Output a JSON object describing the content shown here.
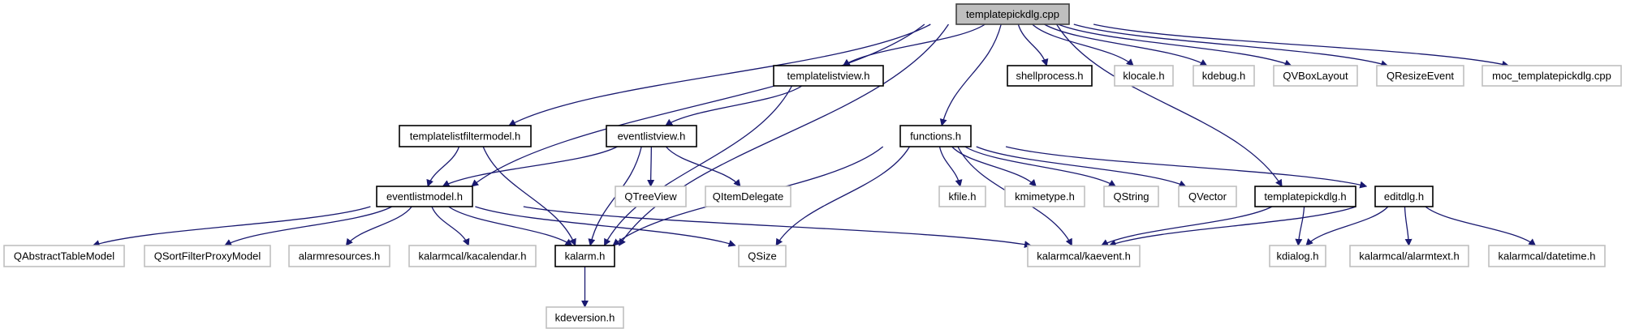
{
  "graph": {
    "title": "templatepickdlg.cpp include dependency graph",
    "colors": {
      "edge": "#191970",
      "root_fill": "#bfbfbf",
      "root_border": "#404040",
      "documented_border": "#000000",
      "external_border": "#bfbfbf",
      "external_text": "#000000"
    },
    "nodes": [
      {
        "id": "root",
        "label": "templatepickdlg.cpp",
        "kind": "root"
      },
      {
        "id": "templatelistview",
        "label": "templatelistview.h",
        "kind": "documented"
      },
      {
        "id": "shellprocess",
        "label": "shellprocess.h",
        "kind": "documented"
      },
      {
        "id": "klocale",
        "label": "klocale.h",
        "kind": "external"
      },
      {
        "id": "kdebug",
        "label": "kdebug.h",
        "kind": "external"
      },
      {
        "id": "qvboxlayout",
        "label": "QVBoxLayout",
        "kind": "external"
      },
      {
        "id": "qresizeevent",
        "label": "QResizeEvent",
        "kind": "external"
      },
      {
        "id": "moc",
        "label": "moc_templatepickdlg.cpp",
        "kind": "external"
      },
      {
        "id": "templatelistfiltermodel",
        "label": "templatelistfiltermodel.h",
        "kind": "documented"
      },
      {
        "id": "eventlistview",
        "label": "eventlistview.h",
        "kind": "documented"
      },
      {
        "id": "functions",
        "label": "functions.h",
        "kind": "documented"
      },
      {
        "id": "eventlistmodel",
        "label": "eventlistmodel.h",
        "kind": "documented"
      },
      {
        "id": "qtreeview",
        "label": "QTreeView",
        "kind": "external"
      },
      {
        "id": "qitemdelegate",
        "label": "QItemDelegate",
        "kind": "external"
      },
      {
        "id": "kfile",
        "label": "kfile.h",
        "kind": "external"
      },
      {
        "id": "kmimetype",
        "label": "kmimetype.h",
        "kind": "external"
      },
      {
        "id": "qstring",
        "label": "QString",
        "kind": "external"
      },
      {
        "id": "qvector",
        "label": "QVector",
        "kind": "external"
      },
      {
        "id": "templatepickdlgh",
        "label": "templatepickdlg.h",
        "kind": "documented"
      },
      {
        "id": "editdlg",
        "label": "editdlg.h",
        "kind": "documented"
      },
      {
        "id": "qabstracttablemodel",
        "label": "QAbstractTableModel",
        "kind": "external"
      },
      {
        "id": "qsortfilterproxymodel",
        "label": "QSortFilterProxyModel",
        "kind": "external"
      },
      {
        "id": "alarmresources",
        "label": "alarmresources.h",
        "kind": "external"
      },
      {
        "id": "kacalendar",
        "label": "kalarmcal/kacalendar.h",
        "kind": "external"
      },
      {
        "id": "kalarm",
        "label": "kalarm.h",
        "kind": "documented"
      },
      {
        "id": "qsize",
        "label": "QSize",
        "kind": "external"
      },
      {
        "id": "kaevent",
        "label": "kalarmcal/kaevent.h",
        "kind": "external"
      },
      {
        "id": "kdialog",
        "label": "kdialog.h",
        "kind": "external"
      },
      {
        "id": "alarmtext",
        "label": "kalarmcal/alarmtext.h",
        "kind": "external"
      },
      {
        "id": "datetime",
        "label": "kalarmcal/datetime.h",
        "kind": "external"
      },
      {
        "id": "kdeversion",
        "label": "kdeversion.h",
        "kind": "external"
      }
    ],
    "edges": [
      [
        "root",
        "templatelistview"
      ],
      [
        "root",
        "shellprocess"
      ],
      [
        "root",
        "klocale"
      ],
      [
        "root",
        "kdebug"
      ],
      [
        "root",
        "qvboxlayout"
      ],
      [
        "root",
        "qresizeevent"
      ],
      [
        "root",
        "moc"
      ],
      [
        "root",
        "templatelistfiltermodel"
      ],
      [
        "root",
        "eventlistmodel"
      ],
      [
        "root",
        "kalarm"
      ],
      [
        "root",
        "functions"
      ],
      [
        "root",
        "templatepickdlgh"
      ],
      [
        "templatelistview",
        "eventlistview"
      ],
      [
        "templatelistview",
        "kalarm"
      ],
      [
        "templatelistfiltermodel",
        "eventlistmodel"
      ],
      [
        "templatelistfiltermodel",
        "kalarm"
      ],
      [
        "eventlistview",
        "eventlistmodel"
      ],
      [
        "eventlistview",
        "kalarm"
      ],
      [
        "eventlistview",
        "qtreeview"
      ],
      [
        "eventlistview",
        "qitemdelegate"
      ],
      [
        "eventlistmodel",
        "qabstracttablemodel"
      ],
      [
        "eventlistmodel",
        "qsortfilterproxymodel"
      ],
      [
        "eventlistmodel",
        "alarmresources"
      ],
      [
        "eventlistmodel",
        "kacalendar"
      ],
      [
        "eventlistmodel",
        "kalarm"
      ],
      [
        "eventlistmodel",
        "qsize"
      ],
      [
        "eventlistmodel",
        "kaevent"
      ],
      [
        "functions",
        "qsize"
      ],
      [
        "functions",
        "kalarm"
      ],
      [
        "functions",
        "kfile"
      ],
      [
        "functions",
        "kmimetype"
      ],
      [
        "functions",
        "qstring"
      ],
      [
        "functions",
        "qvector"
      ],
      [
        "functions",
        "editdlg"
      ],
      [
        "functions",
        "kaevent"
      ],
      [
        "templatepickdlgh",
        "kaevent"
      ],
      [
        "templatepickdlgh",
        "kdialog"
      ],
      [
        "editdlg",
        "kaevent"
      ],
      [
        "editdlg",
        "kdialog"
      ],
      [
        "editdlg",
        "alarmtext"
      ],
      [
        "editdlg",
        "datetime"
      ],
      [
        "kalarm",
        "kdeversion"
      ]
    ]
  }
}
